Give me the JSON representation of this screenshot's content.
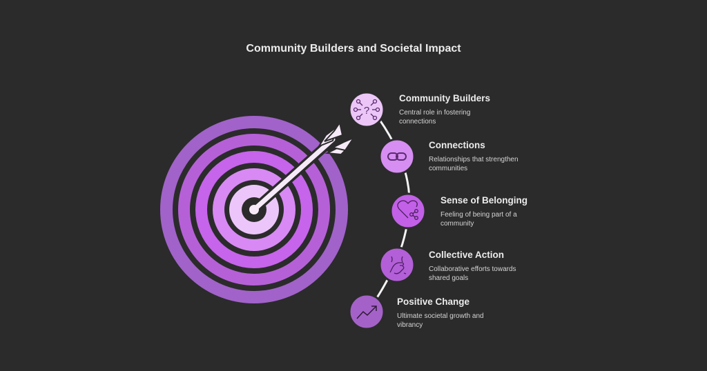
{
  "title": "Community Builders and Societal Impact",
  "colors": {
    "background": "#2b2b2b",
    "text": "#ececec",
    "ring_outer": "#a162c9",
    "ring_2": "#b660d8",
    "ring_3": "#c664eb",
    "ring_4": "#d889f4",
    "ring_center": "#ecc6fa",
    "arrow": "#f6eaf8"
  },
  "steps": [
    {
      "title": "Community Builders",
      "description": "Central role in fostering connections",
      "icon": "network-question-icon",
      "color": "#ebc6f7"
    },
    {
      "title": "Connections",
      "description": "Relationships that strengthen communities",
      "icon": "link-icon",
      "color": "#d68ef2"
    },
    {
      "title": "Sense of Belonging",
      "description": "Feeling of being part of a community",
      "icon": "heart-share-icon",
      "color": "#c260e8"
    },
    {
      "title": "Collective Action",
      "description": "Collaborative efforts towards shared goals",
      "icon": "hands-together-icon",
      "color": "#b35fd8"
    },
    {
      "title": "Positive Change",
      "description": "Ultimate societal growth and vibrancy",
      "icon": "trend-up-icon",
      "color": "#a462c8"
    }
  ]
}
